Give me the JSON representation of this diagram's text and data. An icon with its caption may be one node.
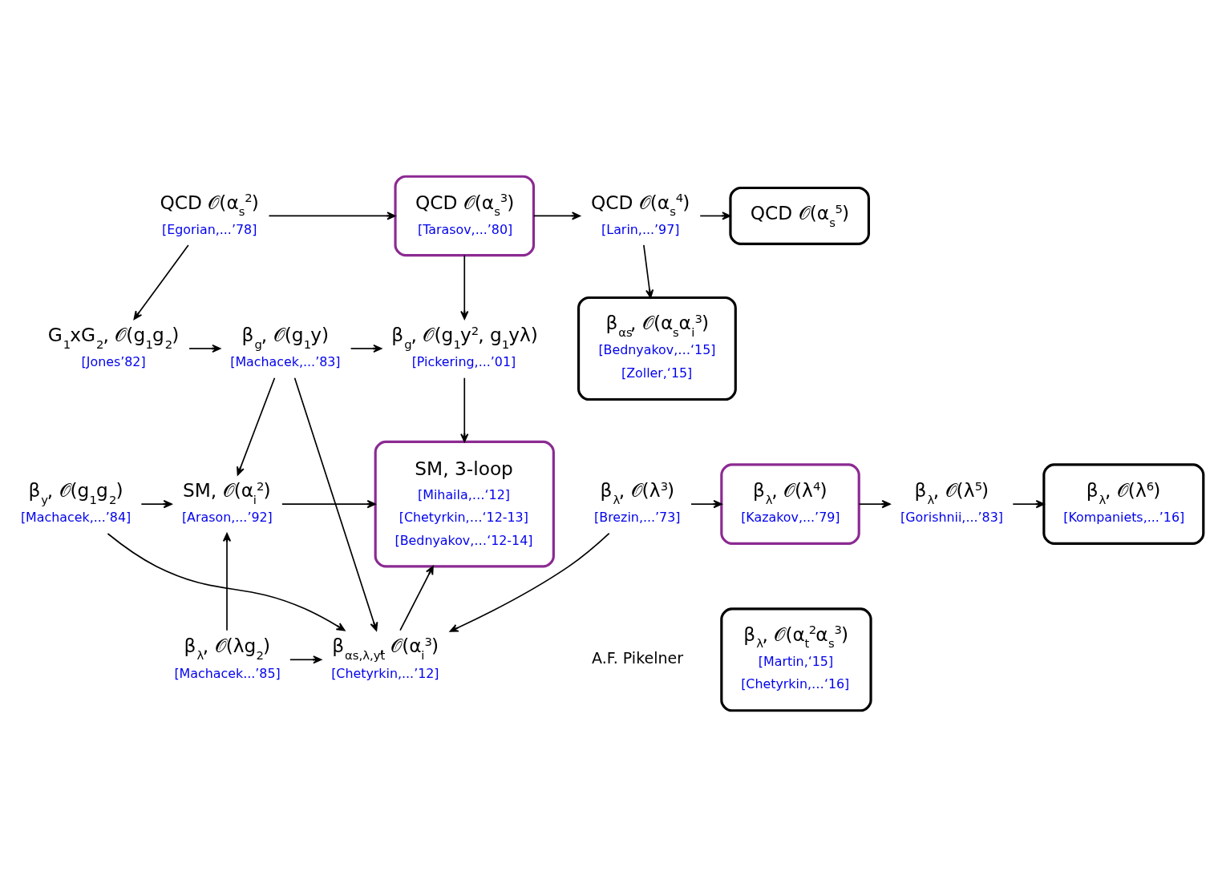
{
  "diagram": {
    "nodes": [
      {
        "text": [
          "QCD 𝒪(α$_{s}$$^{2}$)",
          "[Egorian,...’78]"
        ]
      },
      {
        "text": [
          "QCD 𝒪(α$_{s}$$^{3}$)",
          "[Tarasov,...’80]"
        ]
      },
      {
        "text": [
          "QCD 𝒪(α$_{s}$$^{4}$)",
          "[Larin,...’97]"
        ]
      },
      {
        "text": [
          "QCD 𝒪(α$_{s}$$^{5}$)"
        ]
      },
      {
        "text": [
          "G$_{1}$xG$_{2}$, 𝒪(g$_{1}$g$_{2}$)",
          "[Jones’82]"
        ]
      },
      {
        "text": [
          "β$_{g}$, 𝒪(g$_{1}$y)",
          "[Machacek,...’83]"
        ]
      },
      {
        "text": [
          "β$_{g}$, 𝒪(g$_{1}$y$^{2}$, g$_{1}$yλ)",
          "[Pickering,...’01]"
        ]
      },
      {
        "text": [
          "β$_{αs}$, 𝒪(α$_{s}$α$_{i}$$^{3}$)",
          "[Bednyakov,…‘15]",
          "[Zoller,‘15]"
        ]
      },
      {
        "text": [
          "β$_{y}$, 𝒪(g$_{1}$g$_{2}$)",
          "[Machacek,...’84]"
        ]
      },
      {
        "text": [
          "SM, 𝒪(α$_{i}$$^{2}$)",
          "[Arason,...’92]"
        ]
      },
      {
        "text": [
          "SM, 3-loop",
          "[Mihaila,…‘12]",
          "[Chetyrkin,…‘12-13]",
          "[Bednyakov,…‘12-14]"
        ]
      },
      {
        "text": [
          "β$_{λ}$, 𝒪(λg$_{2}$)",
          "[Machacek...’85]"
        ]
      },
      {
        "text": [
          "β$_{αs,λ,yt}$, 𝒪(α$_{i}$$^{3}$)",
          "[Chetyrkin,...’12]"
        ]
      },
      {
        "text": [
          "β$_{λ}$, 𝒪(α$_{t}$$^{2}$α$_{s}$$^{3}$)",
          "[Martin,‘15]",
          "[Chetyrkin,…‘16]"
        ]
      },
      {
        "text": [
          "β$_{λ}$, 𝒪(λ$^{3}$)",
          "[Brezin,...’73]"
        ]
      },
      {
        "text": [
          "β$_{λ}$, 𝒪(λ$^{4}$)",
          "[Kazakov,...’79]"
        ]
      },
      {
        "text": [
          "β$_{λ}$, 𝒪(λ$^{5}$)",
          "[Gorishnii,...’83]"
        ]
      },
      {
        "text": [
          "β$_{λ}$, 𝒪(λ$^{6}$)",
          "[Kompaniets,...’16]"
        ]
      }
    ],
    "edges": [
      {
        "from": 0,
        "to": 1,
        "arrow": "to"
      },
      {
        "from": 1,
        "to": 2,
        "arrow": "to"
      },
      {
        "from": 2,
        "to": 3,
        "arrow": "to"
      },
      {
        "from": 0,
        "to": 4,
        "arrow": "to"
      },
      {
        "from": 1,
        "to": 6,
        "arrow": "to"
      },
      {
        "from": 2,
        "to": 7,
        "arrow": "to"
      },
      {
        "from": 4,
        "to": 5,
        "arrow": "to"
      },
      {
        "from": 5,
        "to": 6,
        "arrow": "to"
      },
      {
        "from": 5,
        "to": 9,
        "arrow": "to"
      },
      {
        "from": 6,
        "to": 10,
        "arrow": "to"
      },
      {
        "from": 5,
        "to": 12,
        "arrow": "to"
      },
      {
        "from": 9,
        "to": 10,
        "arrow": "to"
      },
      {
        "from": 8,
        "to": 9,
        "arrow": "to"
      },
      {
        "from": 8,
        "to": 12,
        "arrow": "to"
      },
      {
        "from": 11,
        "to": 9,
        "arrow": "to"
      },
      {
        "from": 11,
        "to": 12,
        "arrow": "to"
      },
      {
        "from": 12,
        "to": 10,
        "arrow": "to"
      },
      {
        "from": 14,
        "to": 12,
        "arrow": "to"
      },
      {
        "from": 14,
        "to": 15,
        "arrow": "to"
      },
      {
        "from": 15,
        "to": 16,
        "arrow": "to"
      },
      {
        "from": 16,
        "to": 17,
        "arrow": "to"
      }
    ],
    "labels": [
      "A.F. Pikelner"
    ]
  }
}
